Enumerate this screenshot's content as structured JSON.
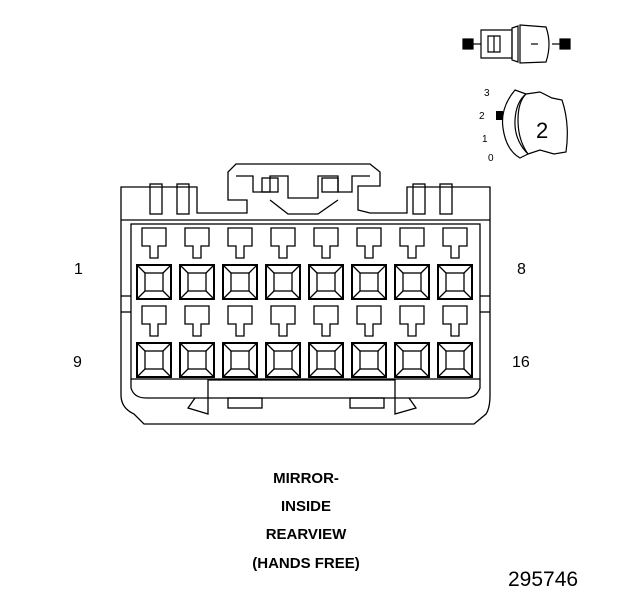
{
  "connector": {
    "pin_labels": {
      "top_left": "1",
      "top_right": "8",
      "bottom_left": "9",
      "bottom_right": "16"
    },
    "rows": 2,
    "cavities_per_row": 8
  },
  "position_indicator": {
    "numbers": [
      "3",
      "2",
      "1",
      "0"
    ],
    "selected": "2"
  },
  "caption": {
    "line1": "MIRROR-",
    "line2": "INSIDE",
    "line3": "REARVIEW",
    "line4": "(HANDS FREE)"
  },
  "figure_number": "295746"
}
